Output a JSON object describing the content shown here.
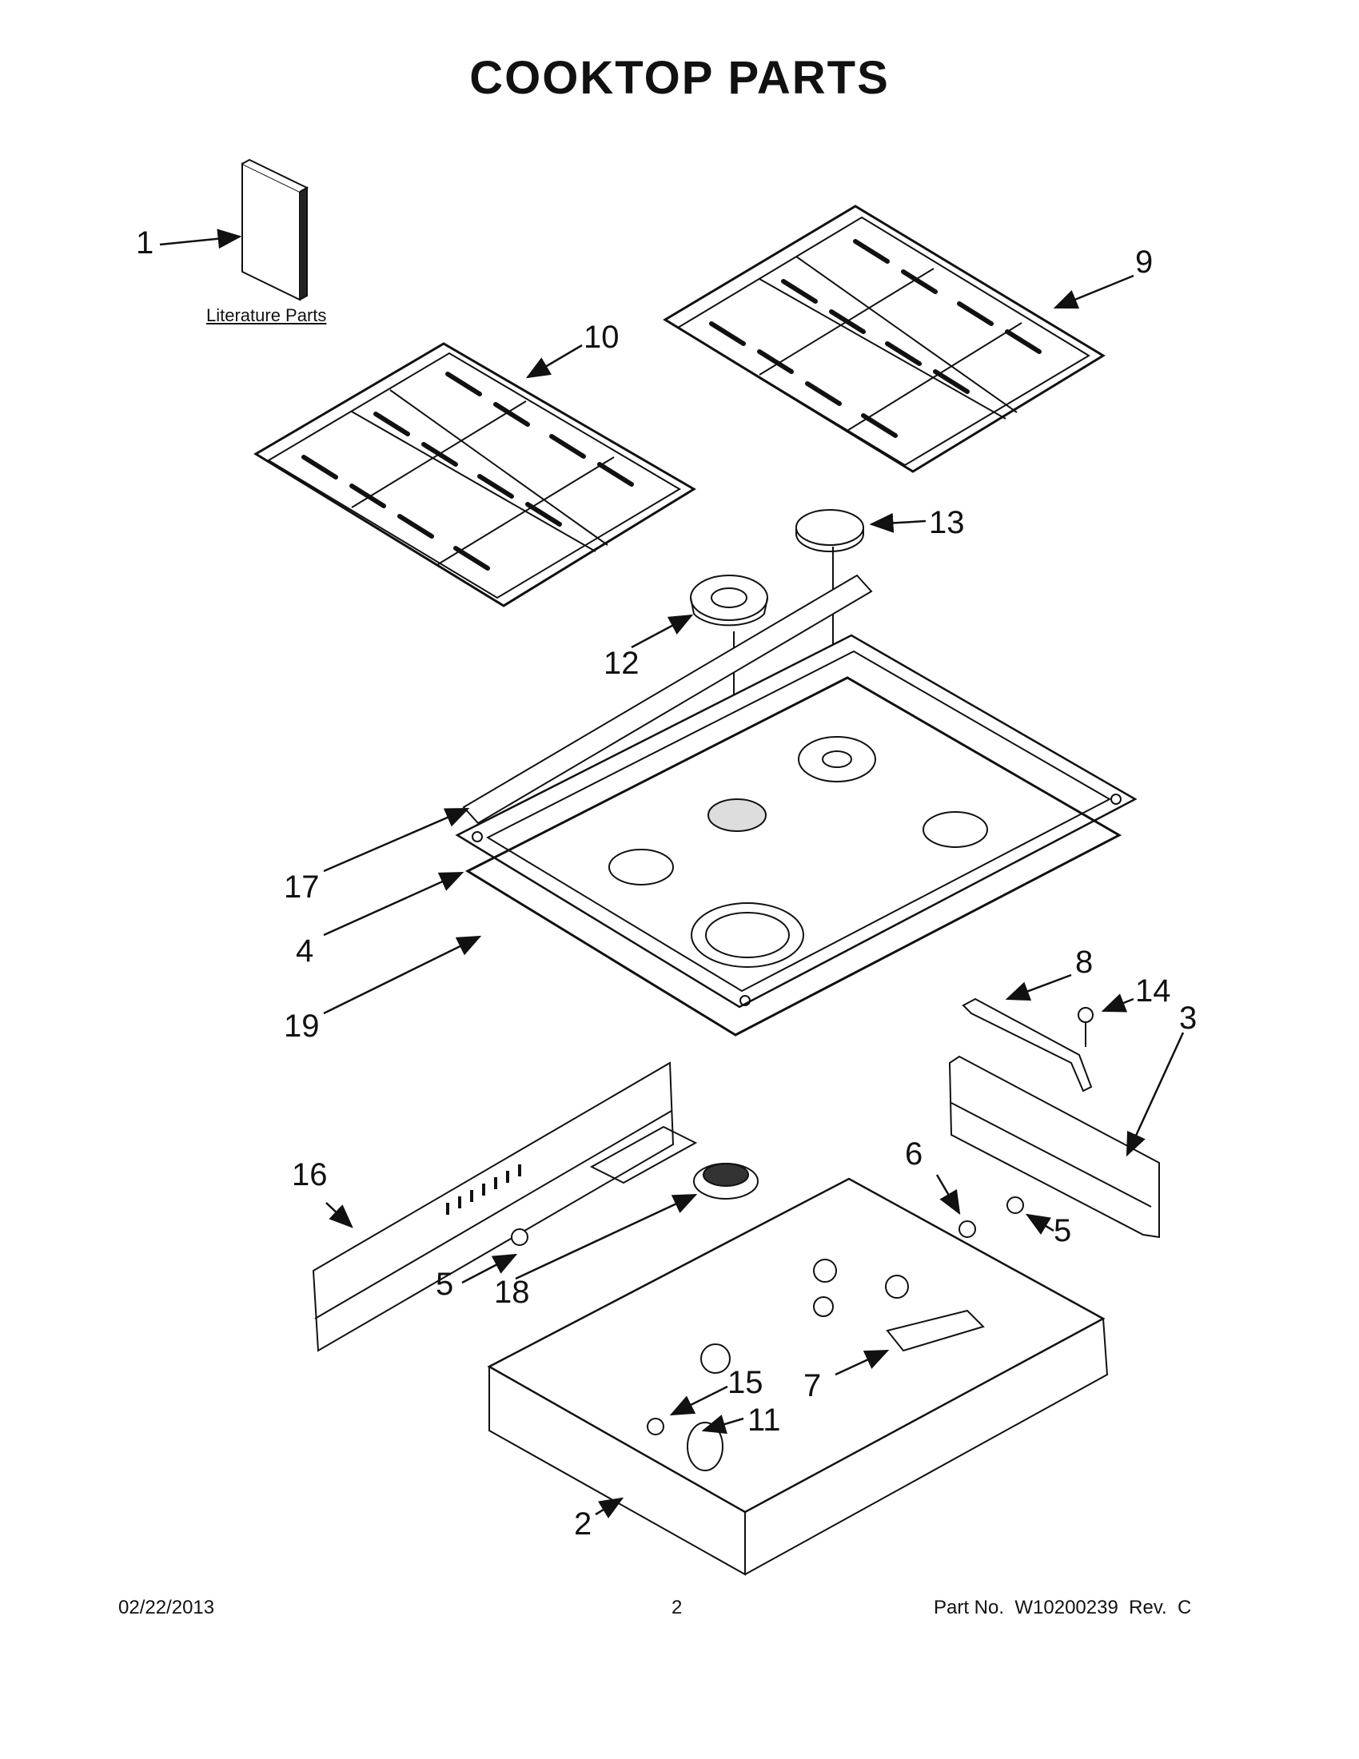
{
  "title": "COOKTOP PARTS",
  "literature_label": "Literature Parts",
  "callouts": {
    "c1": "1",
    "c2": "2",
    "c3": "3",
    "c4": "4",
    "c5a": "5",
    "c5b": "5",
    "c6": "6",
    "c7": "7",
    "c8": "8",
    "c9": "9",
    "c10": "10",
    "c11": "11",
    "c12": "12",
    "c13": "13",
    "c14": "14",
    "c15": "15",
    "c16": "16",
    "c17": "17",
    "c18": "18",
    "c19": "19"
  },
  "footer": {
    "date": "02/22/2013",
    "page": "2",
    "part_no": "Part No.  W10200239  Rev.  C"
  }
}
